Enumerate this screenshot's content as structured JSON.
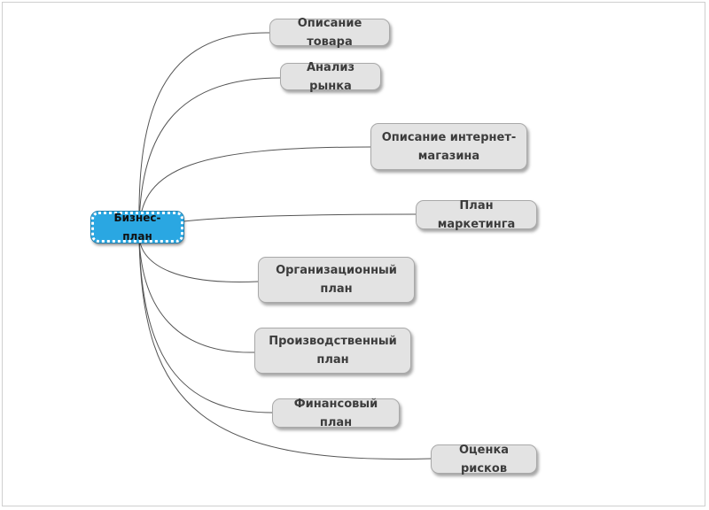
{
  "diagram": {
    "root": {
      "label": "Бизнес-план"
    },
    "branches": [
      {
        "id": "product",
        "label": "Описание товара"
      },
      {
        "id": "market",
        "label": "Анализ рынка"
      },
      {
        "id": "eshop",
        "label": "Описание интернет-магазина"
      },
      {
        "id": "marketing",
        "label": "План маркетинга"
      },
      {
        "id": "org",
        "label": "Организационный план"
      },
      {
        "id": "production",
        "label": "Производственный план"
      },
      {
        "id": "finance",
        "label": "Финансовый план"
      },
      {
        "id": "risks",
        "label": "Оценка рисков"
      }
    ],
    "colors": {
      "root_fill": "#2aa7e2",
      "node_fill": "#e3e3e3",
      "edge": "#555555"
    }
  }
}
